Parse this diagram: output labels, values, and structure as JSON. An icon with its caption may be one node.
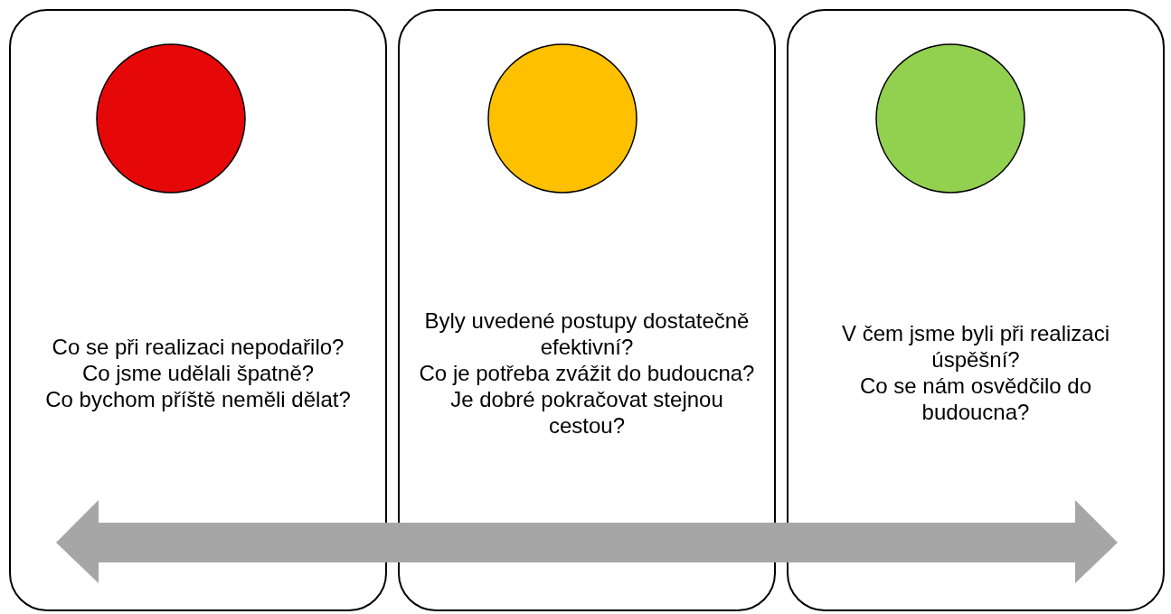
{
  "diagram": {
    "nodes": [
      {
        "text": [
          "Co se při realizaci nepodařilo?",
          "Co jsme udělali špatně?",
          "Co bychom příště neměli dělat?"
        ]
      },
      {
        "text": [],
        "shape": "circle",
        "in": 0
      },
      {
        "text": [
          "Byly uvedené postupy dostatečně efektivní?",
          "Co je potřeba zvážit do budoucna?",
          "Je dobré pokračovat stejnou cestou?"
        ]
      },
      {
        "text": [],
        "shape": "circle",
        "in": 2
      },
      {
        "text": [
          "V čem jsme byli při realizaci úspěšní?",
          "Co se nám osvědčilo do budoucna?"
        ]
      },
      {
        "text": [],
        "shape": "circle",
        "in": 4
      }
    ]
  }
}
